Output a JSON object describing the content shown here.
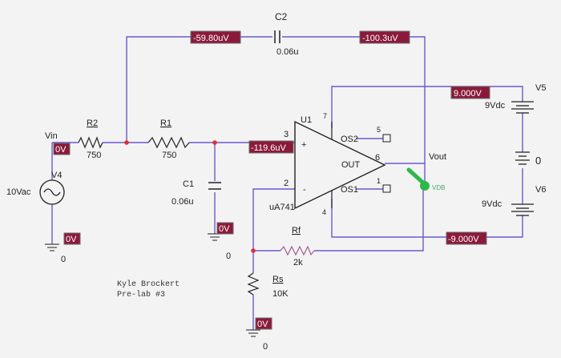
{
  "parts": {
    "c2": {
      "name": "C2",
      "value": "0.06u"
    },
    "r2": {
      "name": "R2",
      "value": "750"
    },
    "r1": {
      "name": "R1",
      "value": "750"
    },
    "c1": {
      "name": "C1",
      "value": "0.06u"
    },
    "u1": {
      "name": "U1",
      "model": "uA741",
      "pin3": "3",
      "pin2": "2",
      "pin7": "7",
      "pin4": "4",
      "pin6": "6",
      "pin5": "5",
      "pin1": "1",
      "plus": "+",
      "minus": "-",
      "os2": "OS2",
      "os1": "OS1",
      "out": "OUT"
    },
    "rf": {
      "name": "Rf",
      "value": "2k"
    },
    "rs": {
      "name": "Rs",
      "value": "10K"
    },
    "v4": {
      "name": "V4",
      "value": "10Vac"
    },
    "v5": {
      "name": "V5",
      "value": "9Vdc"
    },
    "v6": {
      "name": "V6",
      "value": "9Vdc"
    },
    "battery_value": "0"
  },
  "nets": {
    "vin": "Vin",
    "vout": "Vout",
    "vdb": "VDB",
    "ground": "0"
  },
  "voltage_badges": {
    "vin": "0V",
    "c2_left": "-59.80uV",
    "c2_right": "-100.3uV",
    "plus_in": "-119.6uV",
    "v4_gnd": "0V",
    "c1_gnd": "0V",
    "rs_gnd": "0V",
    "pos_rail": "9.000V",
    "neg_rail": "-9.000V"
  },
  "note": {
    "line1": "Kyle Brockert",
    "line2": "Pre-lab #3"
  },
  "colors": {
    "wire": "#6a5acd",
    "badge": "#8b1a3a",
    "node": "#e03030",
    "probe": "#2db84a"
  }
}
